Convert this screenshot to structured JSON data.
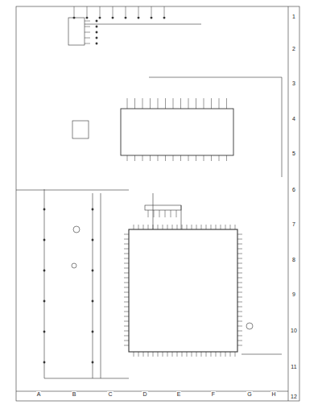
{
  "diagram": {
    "labels": [
      "1",
      "2",
      "3",
      "4",
      "5",
      "6",
      "7",
      "8",
      "9",
      "10",
      "11",
      "12",
      "A",
      "B",
      "C",
      "D",
      "E",
      "F",
      "G",
      "H"
    ]
  }
}
